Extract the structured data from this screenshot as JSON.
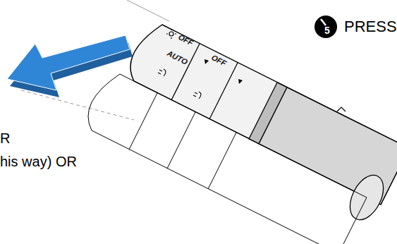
{
  "diagram": {
    "labels": [
      "PRESS",
      "5",
      "R",
      "his way) OR",
      "OFF",
      "AUTO",
      "OFF"
    ]
  }
}
